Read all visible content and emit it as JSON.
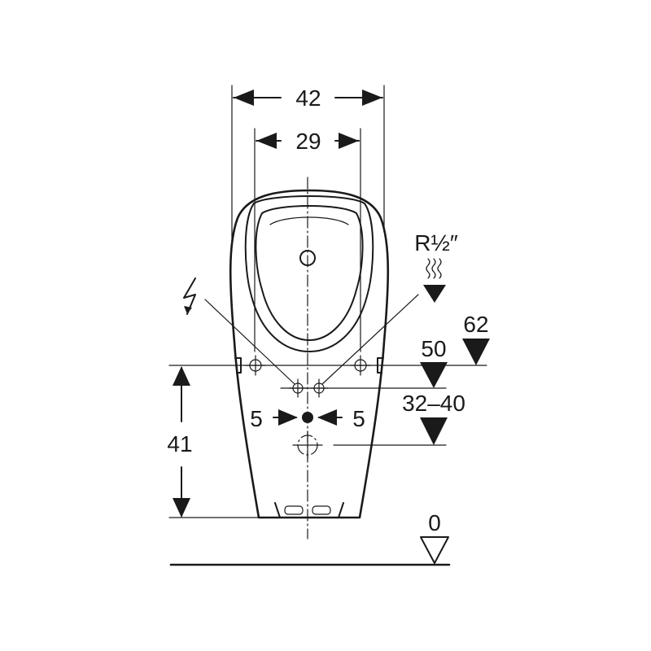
{
  "dimensions": {
    "overall_width": "42",
    "bowl_width": "29",
    "supply_height": "41",
    "offset_left": "5",
    "offset_right": "5"
  },
  "levels": {
    "level_62": "62",
    "level_50": "50",
    "level_32_40": "32–40",
    "floor_0": "0"
  },
  "annotations": {
    "thread_size": "R½″"
  },
  "icons": {
    "electric": "lightning-bolt-icon",
    "water": "hot-water-icon"
  }
}
